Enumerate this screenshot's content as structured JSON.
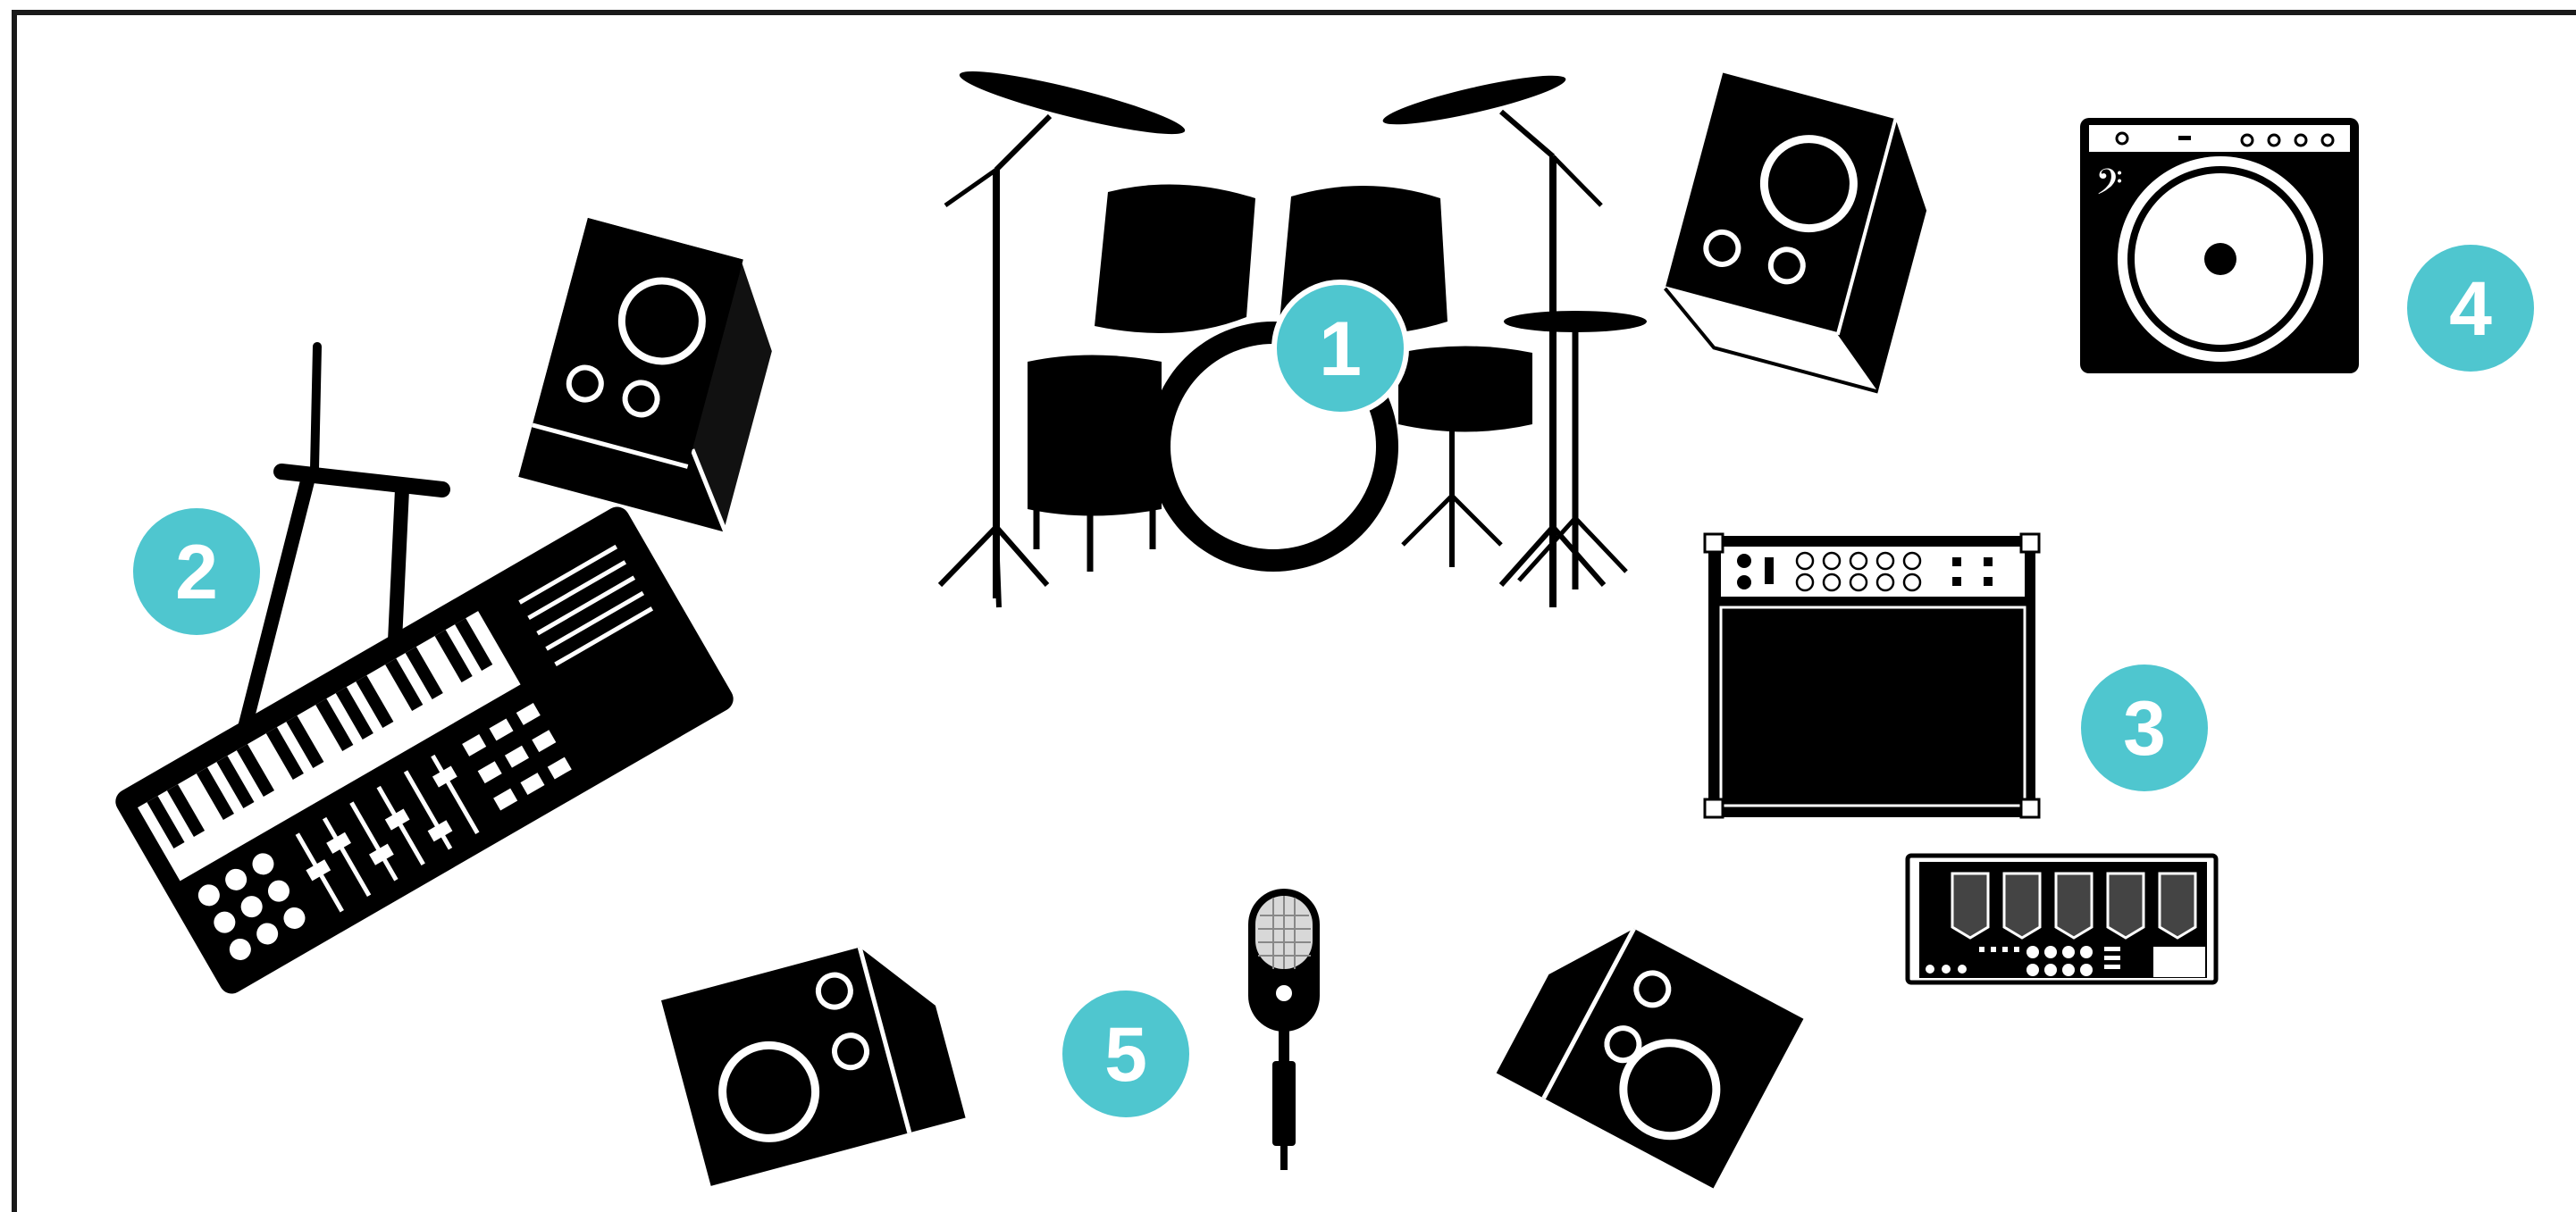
{
  "colors": {
    "badge_fill": "#4fc6cf",
    "badge_ring": "#ffffff",
    "ink": "#000000",
    "background": "#ffffff",
    "frame": "#1a1a1a"
  },
  "badges": {
    "drums": "1",
    "keyboard": "2",
    "guitar_amp": "3",
    "bass_amp": "4",
    "vocal_mic": "5"
  },
  "icons": [
    "drum-kit-icon",
    "keyboard-synthesizer-icon",
    "keyboard-stand-icon",
    "guitar-amplifier-icon",
    "bass-amplifier-icon",
    "effects-pedalboard-icon",
    "microphone-icon",
    "stage-monitor-icon"
  ]
}
